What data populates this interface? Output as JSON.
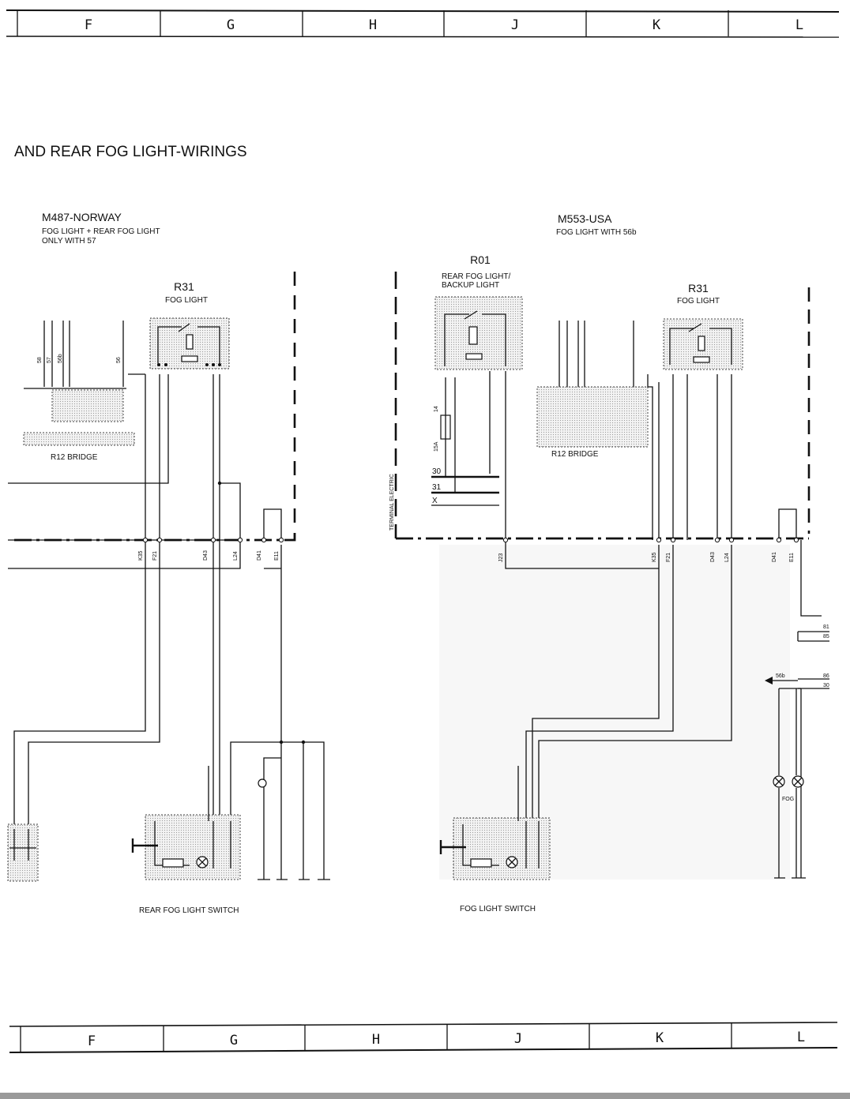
{
  "columns": [
    "F",
    "G",
    "H",
    "J",
    "K",
    "L"
  ],
  "title": "AND REAR FOG LIGHT-WIRINGS",
  "left": {
    "heading": "M487-NORWAY",
    "sub1": "FOG LIGHT + REAR FOG LIGHT",
    "sub2": "ONLY WITH 57",
    "relay_id": "R31",
    "relay_name": "FOG LIGHT",
    "bridge": "R12  BRIDGE",
    "switch": "REAR FOG LIGHT SWITCH",
    "bridge_pins": [
      "58",
      "57",
      "56b",
      "56"
    ],
    "connectors": [
      "K35",
      "F21",
      "D43",
      "L24",
      "D41",
      "E11"
    ]
  },
  "right": {
    "heading": "M553-USA",
    "sub1": "FOG LIGHT WITH 56b",
    "r01_id": "R01",
    "r01_name1": "REAR FOG LIGHT/",
    "r01_name2": "BACKUP LIGHT",
    "relay_id": "R31",
    "relay_name": "FOG LIGHT",
    "bridge": "R12  BRIDGE",
    "terminal": "TERMINAL ELECTRIC",
    "bus": [
      "30",
      "31",
      "X"
    ],
    "fuse": [
      "14",
      "15A"
    ],
    "connectors": [
      "J23",
      "K35",
      "F21",
      "D43",
      "L24",
      "D41",
      "E11"
    ],
    "side_pins": [
      "81",
      "85",
      "86",
      "30"
    ],
    "arrow_label": "56b",
    "lamp_label": "FOG",
    "switch": "FOG LIGHT SWITCH"
  }
}
